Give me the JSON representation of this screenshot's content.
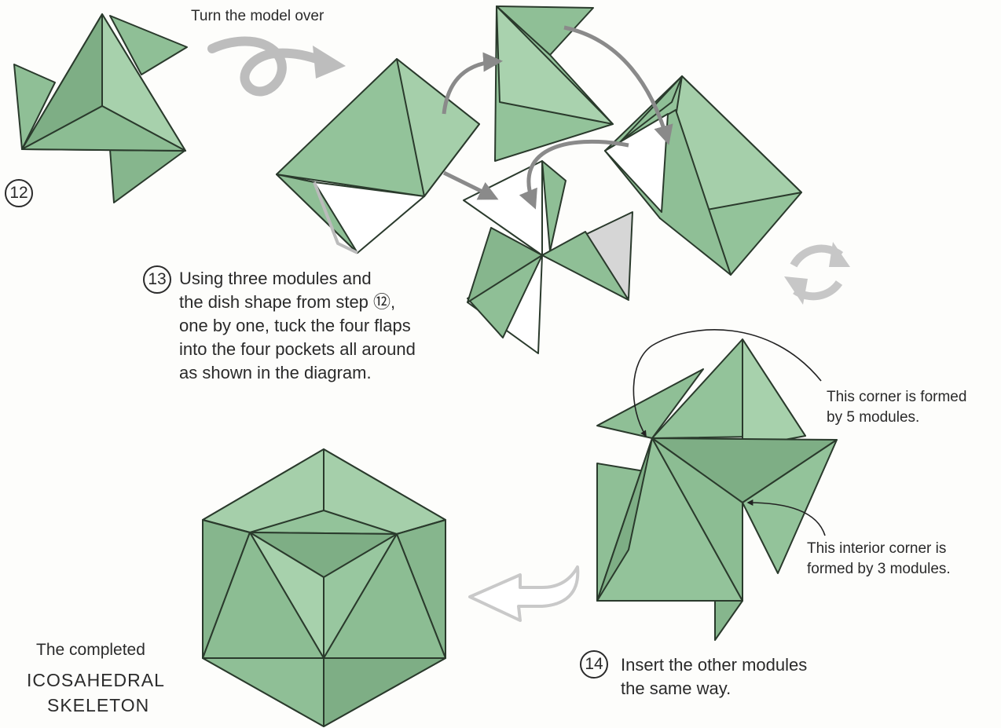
{
  "turn_label": "Turn the model over",
  "step12": {
    "number": "12"
  },
  "step13": {
    "number": "13",
    "lines": [
      "Using three modules and",
      "the dish shape from step ⑫,",
      "one by one, tuck the four flaps",
      "into the four pockets all around",
      "as shown in the diagram."
    ]
  },
  "step14": {
    "number": "14",
    "lines": [
      "Insert the other modules",
      "the same way."
    ]
  },
  "notes": {
    "corner5": [
      "This corner is formed",
      "by 5 modules."
    ],
    "corner3": [
      "This interior corner is",
      "formed by 3 modules."
    ]
  },
  "completed": {
    "caption": "The completed",
    "title_lines": [
      "ICOSAHEDRAL",
      "SKELETON"
    ]
  },
  "colors": {
    "paper_green": "#93c39a",
    "paper_dark": "#6fa079",
    "paper_light": "#a9d2ae",
    "outline": "#2a3a2c",
    "arrow_gray": "#8a8a8a",
    "white_side": "#ffffff"
  }
}
